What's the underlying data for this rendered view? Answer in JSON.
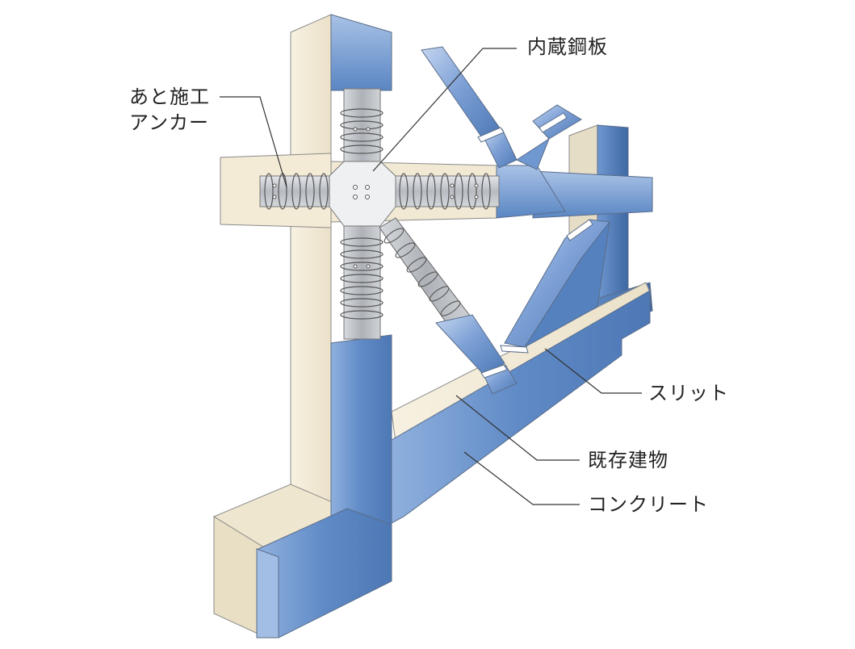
{
  "labels": {
    "embedded_steel_plate": "内蔵鋼板",
    "post_installed_anchor_line1": "あと施工",
    "post_installed_anchor_line2": "アンカー",
    "slit": "スリット",
    "existing_building": "既存建物",
    "concrete": "コンクリート"
  },
  "colors": {
    "existing_cream": "#f4ecd8",
    "existing_cream_shade": "#e2d7bd",
    "concrete_blue": "#5b86c2",
    "concrete_blue_light": "#a7c0e4",
    "concrete_blue_dark": "#3f6aa6",
    "steel_plate": "#dfe3e8",
    "anchor_gray": "#c4c7cc",
    "leader_line": "#333333"
  }
}
